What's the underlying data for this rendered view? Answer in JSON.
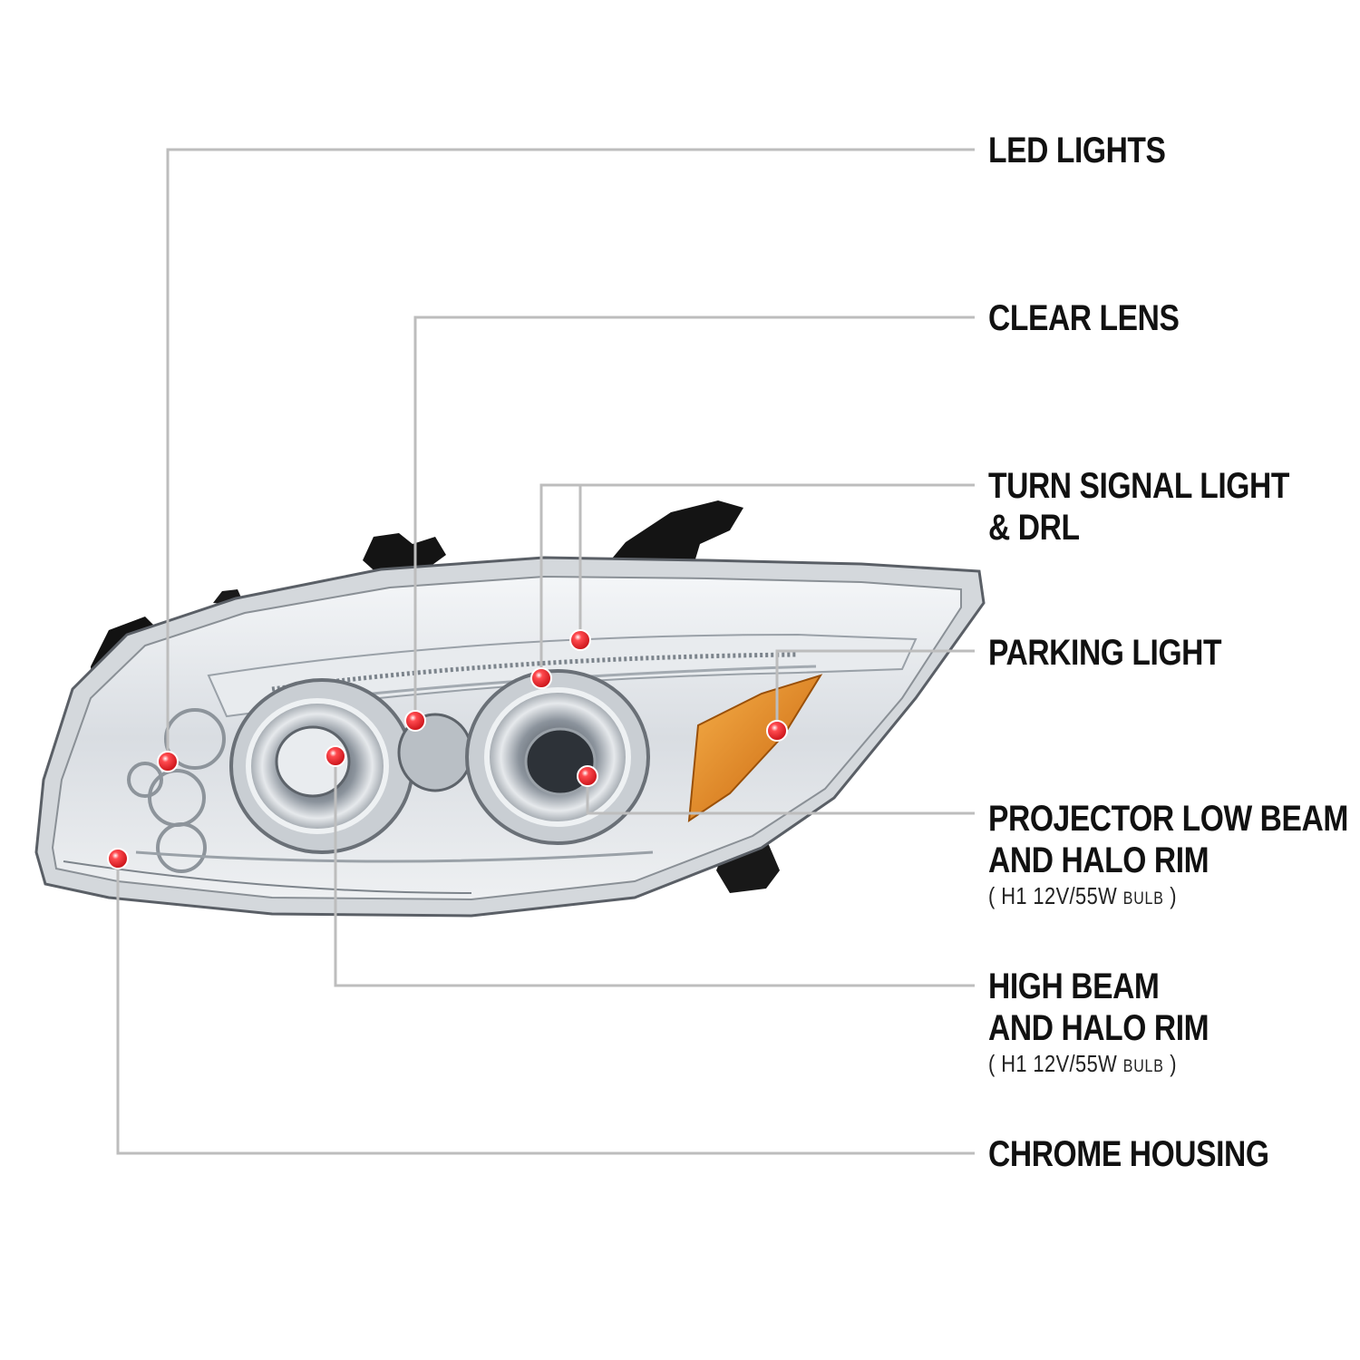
{
  "colors": {
    "leader": "#bdbdbd",
    "dot": "#e3151b",
    "text": "#111111",
    "amber": "#e08a18"
  },
  "labels": {
    "led_lights": "LED LIGHTS",
    "clear_lens": "CLEAR LENS",
    "turn_signal_line1": "TURN SIGNAL LIGHT",
    "turn_signal_line2": "& DRL",
    "parking_light": "PARKING LIGHT",
    "projector_line1": "PROJECTOR LOW BEAM",
    "projector_line2": "AND HALO RIM",
    "projector_spec_open": "( ",
    "projector_spec_main": "H1  12V/55W",
    "projector_spec_unit": "BULB",
    "projector_spec_close": " )",
    "high_beam_line1": "HIGH BEAM",
    "high_beam_line2": "AND HALO RIM",
    "high_beam_spec_open": "( ",
    "high_beam_spec_main": "H1  12V/55W",
    "high_beam_spec_unit": "BULB",
    "high_beam_spec_close": " )",
    "chrome_housing": "CHROME HOUSING"
  }
}
